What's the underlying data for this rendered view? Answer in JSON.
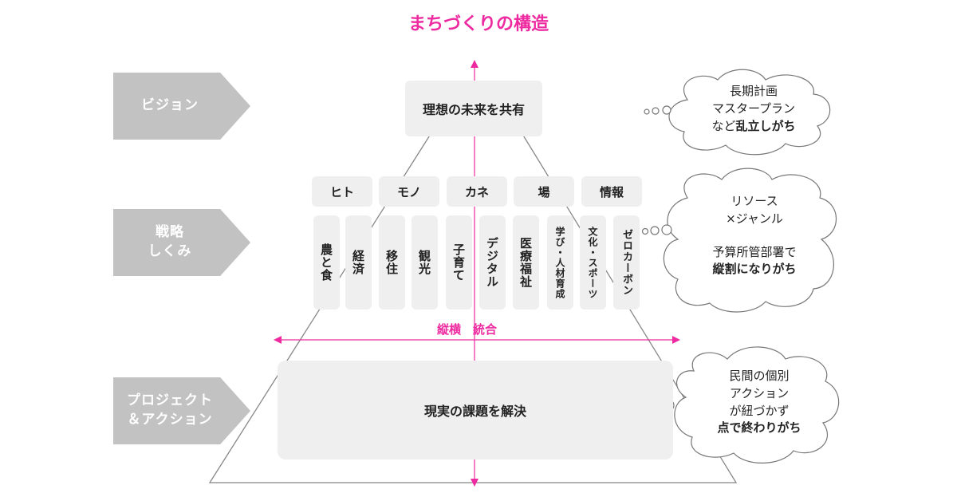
{
  "title": "まちづくりの構造",
  "stages": [
    {
      "label": "ビジョン"
    },
    {
      "label": "戦略\nしくみ"
    },
    {
      "label": "プロジェクト\n＆アクション"
    }
  ],
  "vision_box": "理想の未来を共有",
  "resources": [
    "ヒト",
    "モノ",
    "カネ",
    "場",
    "情報"
  ],
  "genres": [
    "農と食",
    "経済",
    "移住",
    "観光",
    "子育て",
    "デジタル",
    "医療福祉",
    "学び・人材育成",
    "文化・スポーツ",
    "ゼロカーボン"
  ],
  "integration_label": "縦横　統合",
  "action_box": "現実の課題を解決",
  "clouds": [
    {
      "lines": [
        "長期計画",
        "マスタープラン"
      ],
      "prefix": "など",
      "bold": "乱立しがち"
    },
    {
      "lines": [
        "リソース",
        "×ジャンル",
        "",
        "予算所管部署で"
      ],
      "prefix": "",
      "bold": "縦割になりがち"
    },
    {
      "lines": [
        "民間の個別",
        "アクション",
        "が紐づかず"
      ],
      "prefix": "",
      "bold": "点で終わりがち"
    }
  ],
  "colors": {
    "accent": "#ee2aa0",
    "chevron": "#c2c2c2",
    "box": "#efefef",
    "line": "#888888"
  }
}
